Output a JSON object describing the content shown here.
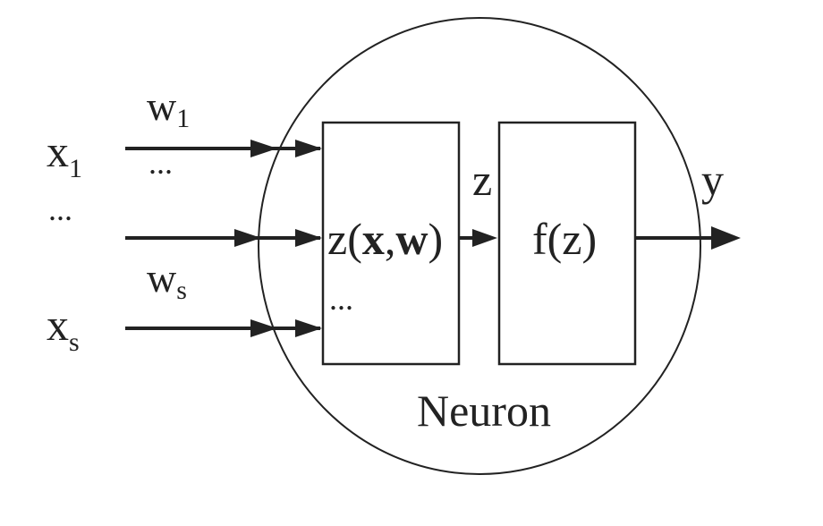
{
  "inputs": {
    "x1_base": "x",
    "x1_sub": "1",
    "mid_dots": "...",
    "xs_base": "x",
    "xs_sub": "s"
  },
  "weights": {
    "w1_base": "w",
    "w1_sub": "1",
    "w_dots": "...",
    "ws_base": "w",
    "ws_sub": "s"
  },
  "sum_box": {
    "label_z": "z(",
    "label_x": "x",
    "label_comma": ",",
    "label_w": "w",
    "label_close": ")",
    "dots": "..."
  },
  "z_label": "z",
  "activation_box": {
    "label": "f(z)"
  },
  "output": {
    "label": "y"
  },
  "neuron_label": "Neuron"
}
